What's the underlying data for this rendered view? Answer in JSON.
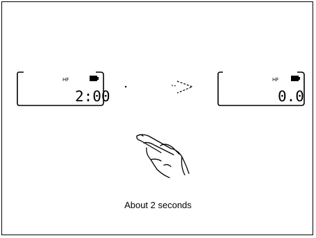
{
  "left_display": {
    "indicator": "HF",
    "reading": "2:00"
  },
  "right_display": {
    "indicator": "HF",
    "reading": "0.0"
  },
  "icons": {
    "arrow": "arrow-right-icon",
    "hand": "hand-pressing-icon",
    "battery": "battery-icon"
  },
  "caption": "About 2 seconds",
  "colors": {
    "line": "#000000",
    "background": "#ffffff"
  }
}
